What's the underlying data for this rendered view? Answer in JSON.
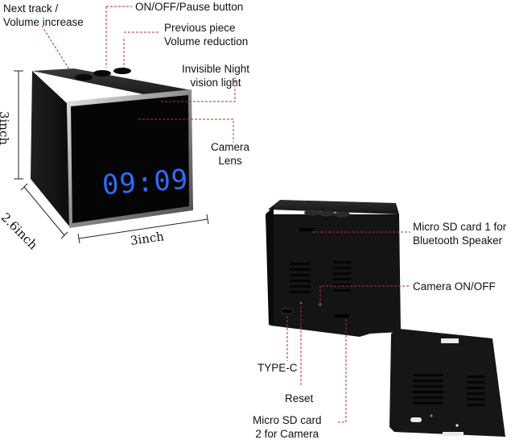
{
  "clock": {
    "time": "09:09"
  },
  "dimensions": {
    "height": "3inch",
    "depth": "2.6inch",
    "width": "3inch"
  },
  "labels": {
    "next_track": [
      "Next track /",
      "Volume increase"
    ],
    "on_off_pause": [
      "ON/OFF/Pause button"
    ],
    "previous_piece": [
      "Previous piece",
      "Volume reduction"
    ],
    "night_vision": [
      "Invisible Night",
      "vision light"
    ],
    "camera_lens": [
      "Camera",
      "Lens"
    ],
    "micro_sd_1": [
      "Micro SD card 1 for",
      "Bluetooth Speaker"
    ],
    "camera_on_off": [
      "Camera ON/OFF"
    ],
    "type_c": [
      "TYPE-C"
    ],
    "reset": [
      "Reset"
    ],
    "micro_sd_2": [
      "Micro SD card",
      "2 for Camera"
    ]
  },
  "colors": {
    "leader_line": "#b5302f",
    "clock_digits": "#2f6bff",
    "device_body": "#111111"
  }
}
